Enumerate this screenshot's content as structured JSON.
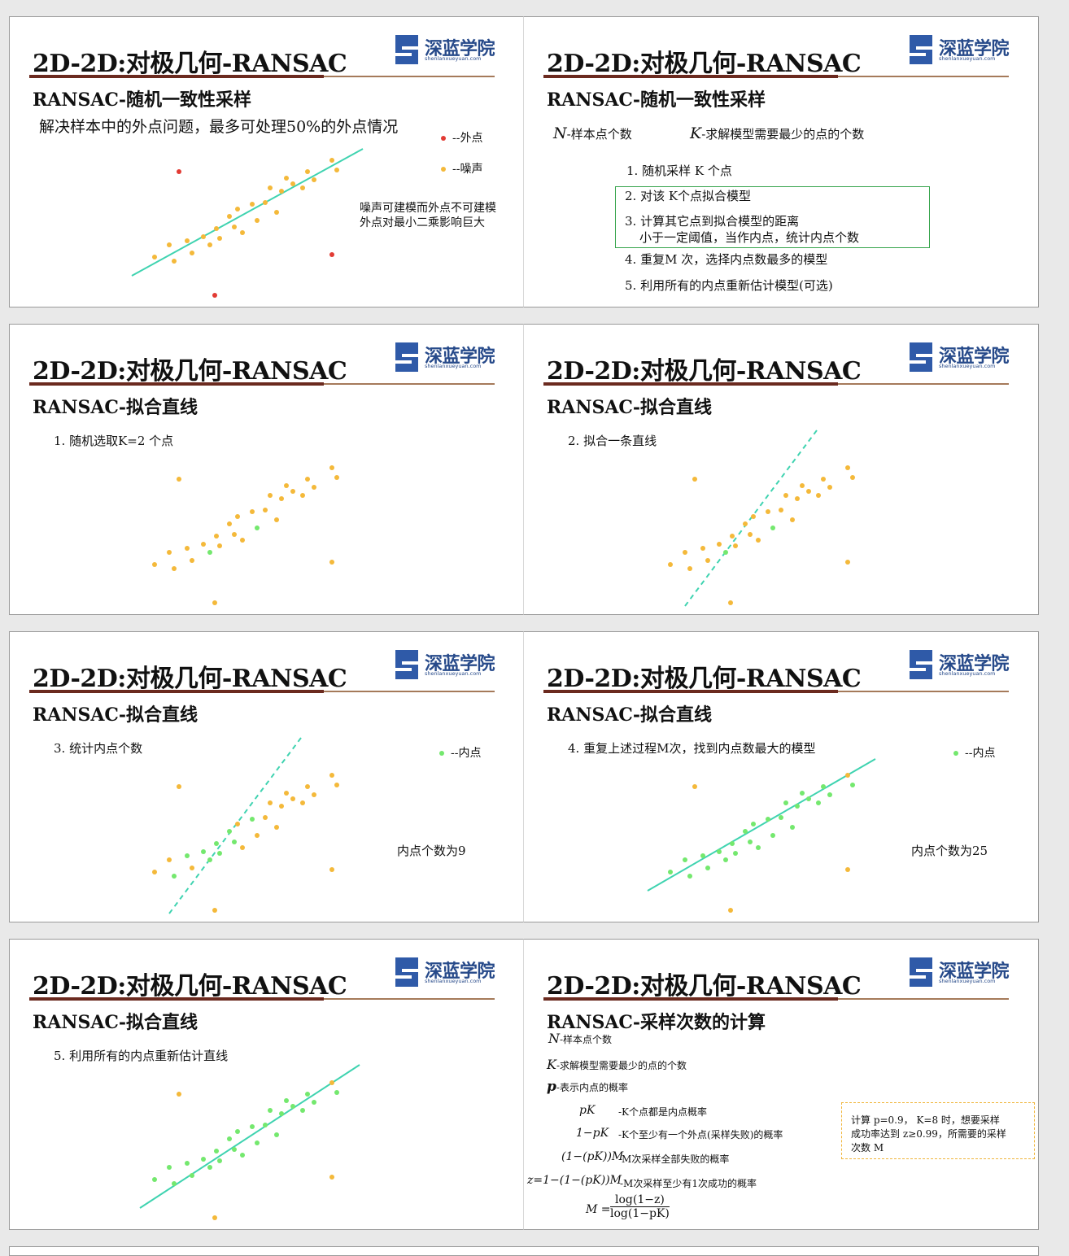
{
  "common": {
    "title": "2D-2D:对极几何-RANSAC",
    "logo_name": "深蓝学院",
    "logo_url": "shenlanxueyuan.com"
  },
  "colors": {
    "outlier": "#e23b34",
    "noise": "#f4b93a",
    "inlier": "#74e86e",
    "line": "#3fd3b0",
    "rule": "#6b2a1f"
  },
  "slide1": {
    "subtitle": "RANSAC-随机一致性采样",
    "intro": "解决样本中的外点问题，最多可处理50%的外点情况",
    "legend_outlier": "--外点",
    "legend_noise": "--噪声",
    "note1": "噪声可建模而外点不可建模",
    "note2": "外点对最小二乘影响巨大"
  },
  "slide2": {
    "subtitle": "RANSAC-随机一致性采样",
    "n_sym": "N",
    "n_def": "-样本点个数",
    "k_sym": "K",
    "k_def": "-求解模型需要最少的点的个数",
    "step1": "1. 随机采样 K 个点",
    "step2": "2. 对该 K个点拟合模型",
    "step3a": "3. 计算其它点到拟合模型的距离",
    "step3b": "小于一定阈值，当作内点，统计内点个数",
    "step4": "4. 重复M 次，选择内点数最多的模型",
    "step5": "5. 利用所有的内点重新估计模型(可选)"
  },
  "slide3": {
    "subtitle": "RANSAC-拟合直线",
    "step": "1. 随机选取K=2 个点"
  },
  "slide4": {
    "subtitle": "RANSAC-拟合直线",
    "step": "2. 拟合一条直线"
  },
  "slide5": {
    "subtitle": "RANSAC-拟合直线",
    "step": "3. 统计内点个数",
    "legend_inlier": "--内点",
    "count_text": "内点个数为9"
  },
  "slide6": {
    "subtitle": "RANSAC-拟合直线",
    "step": "4. 重复上述过程M次，找到内点数最大的模型",
    "legend_inlier": "--内点",
    "count_text": "内点个数为25"
  },
  "slide7": {
    "subtitle": "RANSAC-拟合直线",
    "step": "5. 利用所有的内点重新估计直线"
  },
  "slide8": {
    "subtitle": "RANSAC-采样次数的计算",
    "n_sym": "N",
    "n_def": "-样本点个数",
    "k_sym": "K",
    "k_def": "-求解模型需要最少的点的个数",
    "p_sym": "p",
    "p_def": "-表示内点的概率",
    "f1": "pK",
    "f1_def": "-K个点都是内点概率",
    "f2": "1−pK",
    "f2_def": "-K个至少有一个外点(采样失败)的概率",
    "f3": "(1−(pK))M",
    "f3_def": "-M次采样全部失败的概率",
    "f4": "z=1−(1−(pK))M",
    "f4_def": "-M次采样至少有1次成功的概率",
    "f5_lhs": "M =",
    "f5_num": "log(1−z)",
    "f5_den": "log(1−pK)",
    "box_line1": "计算 p=0.9， K=8 时，想要采样",
    "box_line2": "成功率达到 z≥0.99，所需要的采样",
    "box_line3": "次数 M"
  }
}
